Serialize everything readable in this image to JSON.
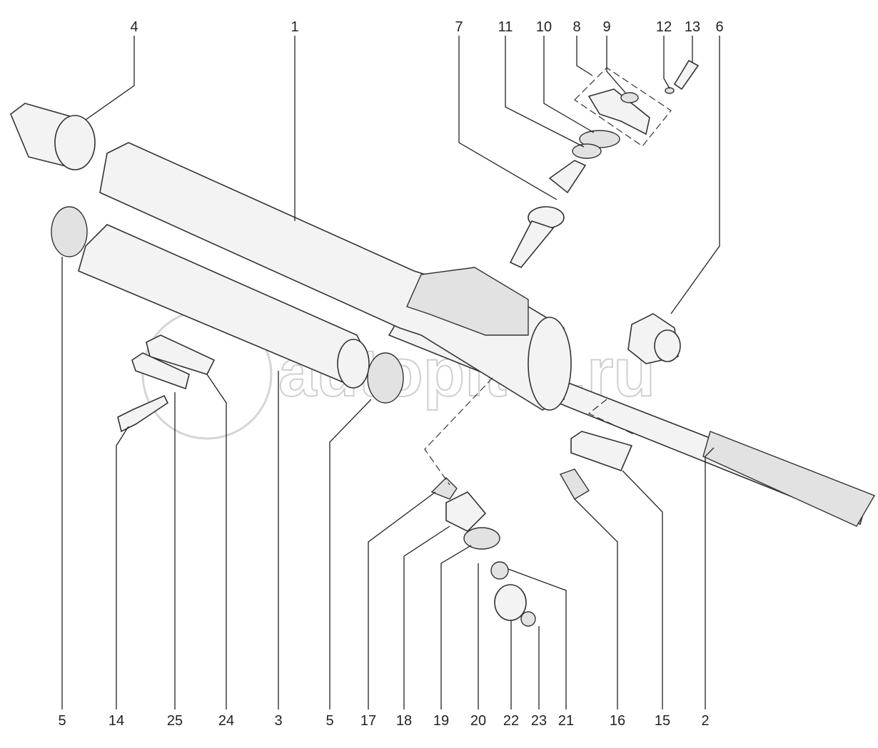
{
  "watermark": "autopiter.ru",
  "labels_top": [
    "4",
    "1",
    "7",
    "11",
    "10",
    "8",
    "9",
    "12",
    "13",
    "6"
  ],
  "labels_bottom": [
    "5",
    "14",
    "25",
    "24",
    "3",
    "5",
    "17",
    "18",
    "19",
    "20",
    "22",
    "23",
    "21",
    "16",
    "15",
    "2"
  ]
}
